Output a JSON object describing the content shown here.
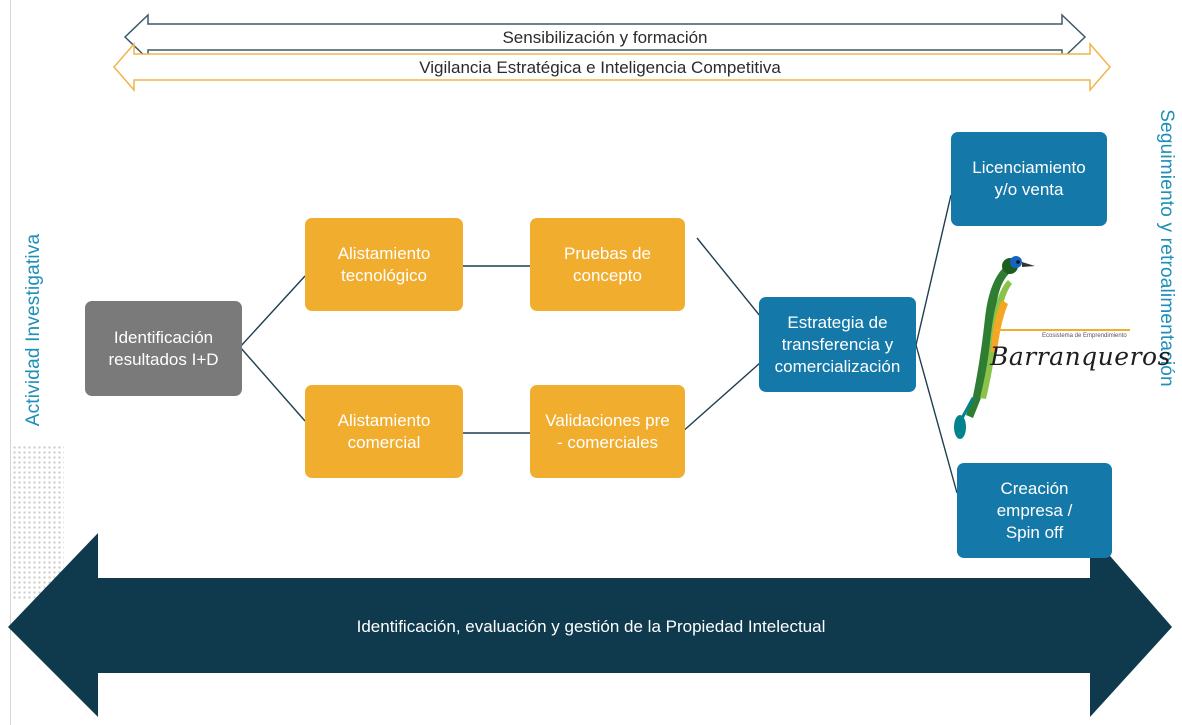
{
  "top_arrows": {
    "sensibilizacion": "Sensibilización y formación",
    "vigilancia": "Vigilancia Estratégica e Inteligencia Competitiva"
  },
  "side_labels": {
    "left": "Actividad Investigativa",
    "right": "Seguimiento y retroalimentación"
  },
  "nodes": {
    "identificacion": "Identificación\nresultados I+D",
    "alistamiento_tecnologico": "Alistamiento\ntecnológico",
    "pruebas_concepto": "Pruebas de\nconcepto",
    "alistamiento_comercial": "Alistamiento\ncomercial",
    "validaciones": "Validaciones pre\n- comerciales",
    "estrategia": "Estrategia de\ntransferencia y\ncomercialización",
    "licenciamiento": "Licenciamiento\ny/o venta",
    "creacion": "Creación\nempresa /\nSpin off"
  },
  "logo": {
    "name": "Barranqueros",
    "tagline": "Ecosistema de Emprendimiento"
  },
  "bottom_arrow": {
    "label": "Identificación, evaluación y gestión de la Propiedad Intelectual"
  },
  "colors": {
    "gray": "#7a7a7a",
    "orange": "#f1ad2e",
    "blue": "#1479a8",
    "navy": "#0f3a4e",
    "side_text": "#1d8fb8"
  }
}
